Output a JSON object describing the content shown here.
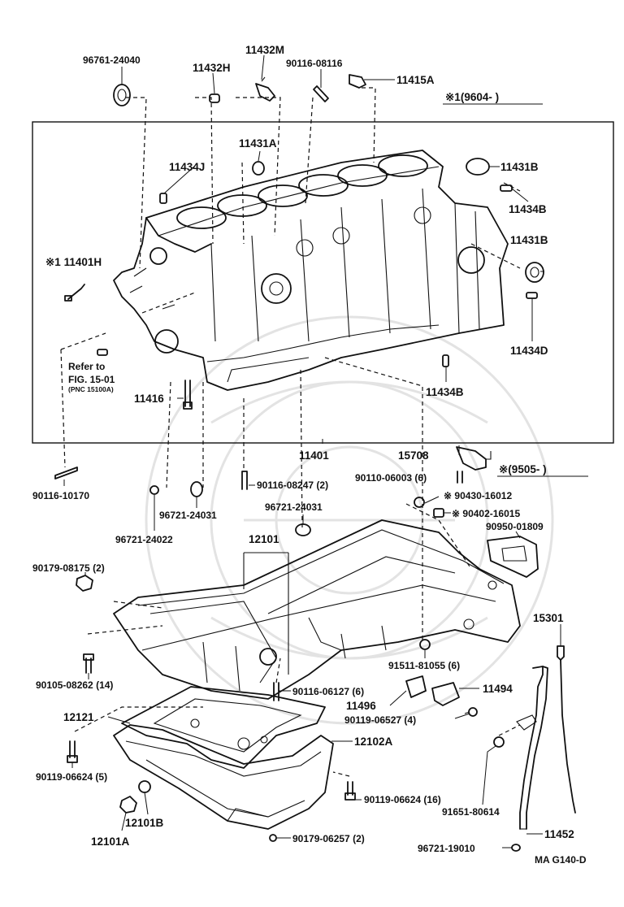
{
  "labels": {
    "p96761_24040": "96761-24040",
    "p11432H": "11432H",
    "p11432M": "11432M",
    "p90116_08116": "90116-08116",
    "p11415A": "11415A",
    "ref_9604": "※1(9604-         )",
    "p11431A": "11431A",
    "p11434J": "11434J",
    "p11431B_top": "11431B",
    "p11434B_top": "11434B",
    "p11431B_mid": "11431B",
    "p11401H": "※1 11401H",
    "p11434D": "11434D",
    "refer_to": "Refer to",
    "fig_ref": "FIG. 15-01",
    "pnc_ref": "(PNC 15100A)",
    "p11416": "11416",
    "p11434B_low": "11434B",
    "p11401": "11401",
    "p15708": "15708",
    "p90110_06003": "90110-06003 (6)",
    "ref_9505": "※(9505-         )",
    "p90116_10170": "90116-10170",
    "p90116_08247": "90116-08247 (2)",
    "p90430_16012": "※ 90430-16012",
    "p90402_16015": "※ 90402-16015",
    "p96721_24031_a": "96721-24031",
    "p96721_24031_b": "96721-24031",
    "p90950_01809": "90950-01809",
    "p96721_24022": "96721-24022",
    "p12101": "12101",
    "p90179_08175": "90179-08175 (2)",
    "p15301": "15301",
    "p91511_81055": "91511-81055 (6)",
    "p90105_08262": "90105-08262 (14)",
    "p90116_06127": "90116-06127 (6)",
    "p11496": "11496",
    "p11494": "11494",
    "p90119_06527": "90119-06527 (4)",
    "p12121": "12121",
    "p12102A": "12102A",
    "p90119_06624_a": "90119-06624 (5)",
    "p90119_06624_b": "90119-06624 (16)",
    "p91651_80614": "91651-80614",
    "p12101B": "12101B",
    "p12101A": "12101A",
    "p90179_06257": "90179-06257 (2)",
    "p11452": "11452",
    "p96721_19010": "96721-19010",
    "fig_code": "MA  G140-D"
  }
}
